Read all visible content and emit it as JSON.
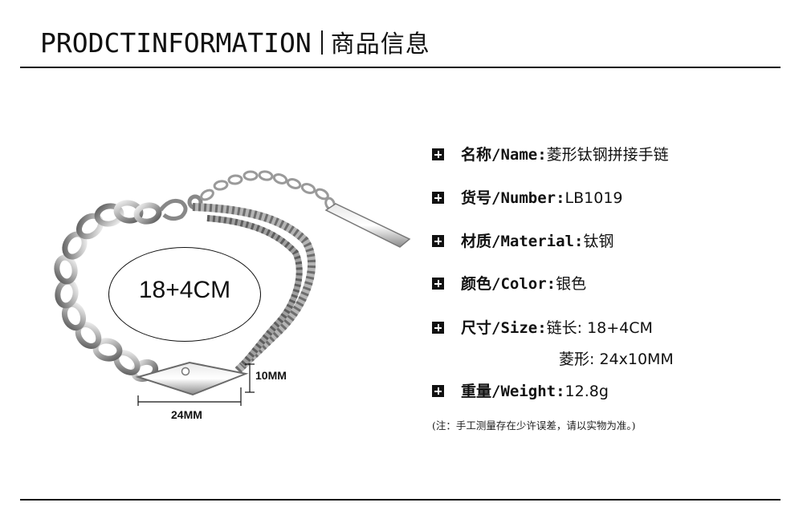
{
  "header": {
    "title_en": "PRODCTINFORMATION",
    "title_cn": "商品信息"
  },
  "product": {
    "size_badge": "18+4CM",
    "dim_width": "24MM",
    "dim_height": "10MM"
  },
  "specs": [
    {
      "label": "名称/Name:",
      "value": "菱形钛钢拼接手链"
    },
    {
      "label": "货号/Number:",
      "value": "LB1019"
    },
    {
      "label": "材质/Material:",
      "value": "钛钢"
    },
    {
      "label": "颜色/Color:",
      "value": "银色"
    },
    {
      "label": "尺寸/Size:",
      "value": "链长: 18+4CM",
      "value2": "菱形: 24x10MM"
    },
    {
      "label": "重量/Weight:",
      "value": "12.8g"
    }
  ],
  "note": "(注：手工测量存在少许误差，请以实物为准。)",
  "icons": {
    "bullet": "plus-square-icon"
  }
}
